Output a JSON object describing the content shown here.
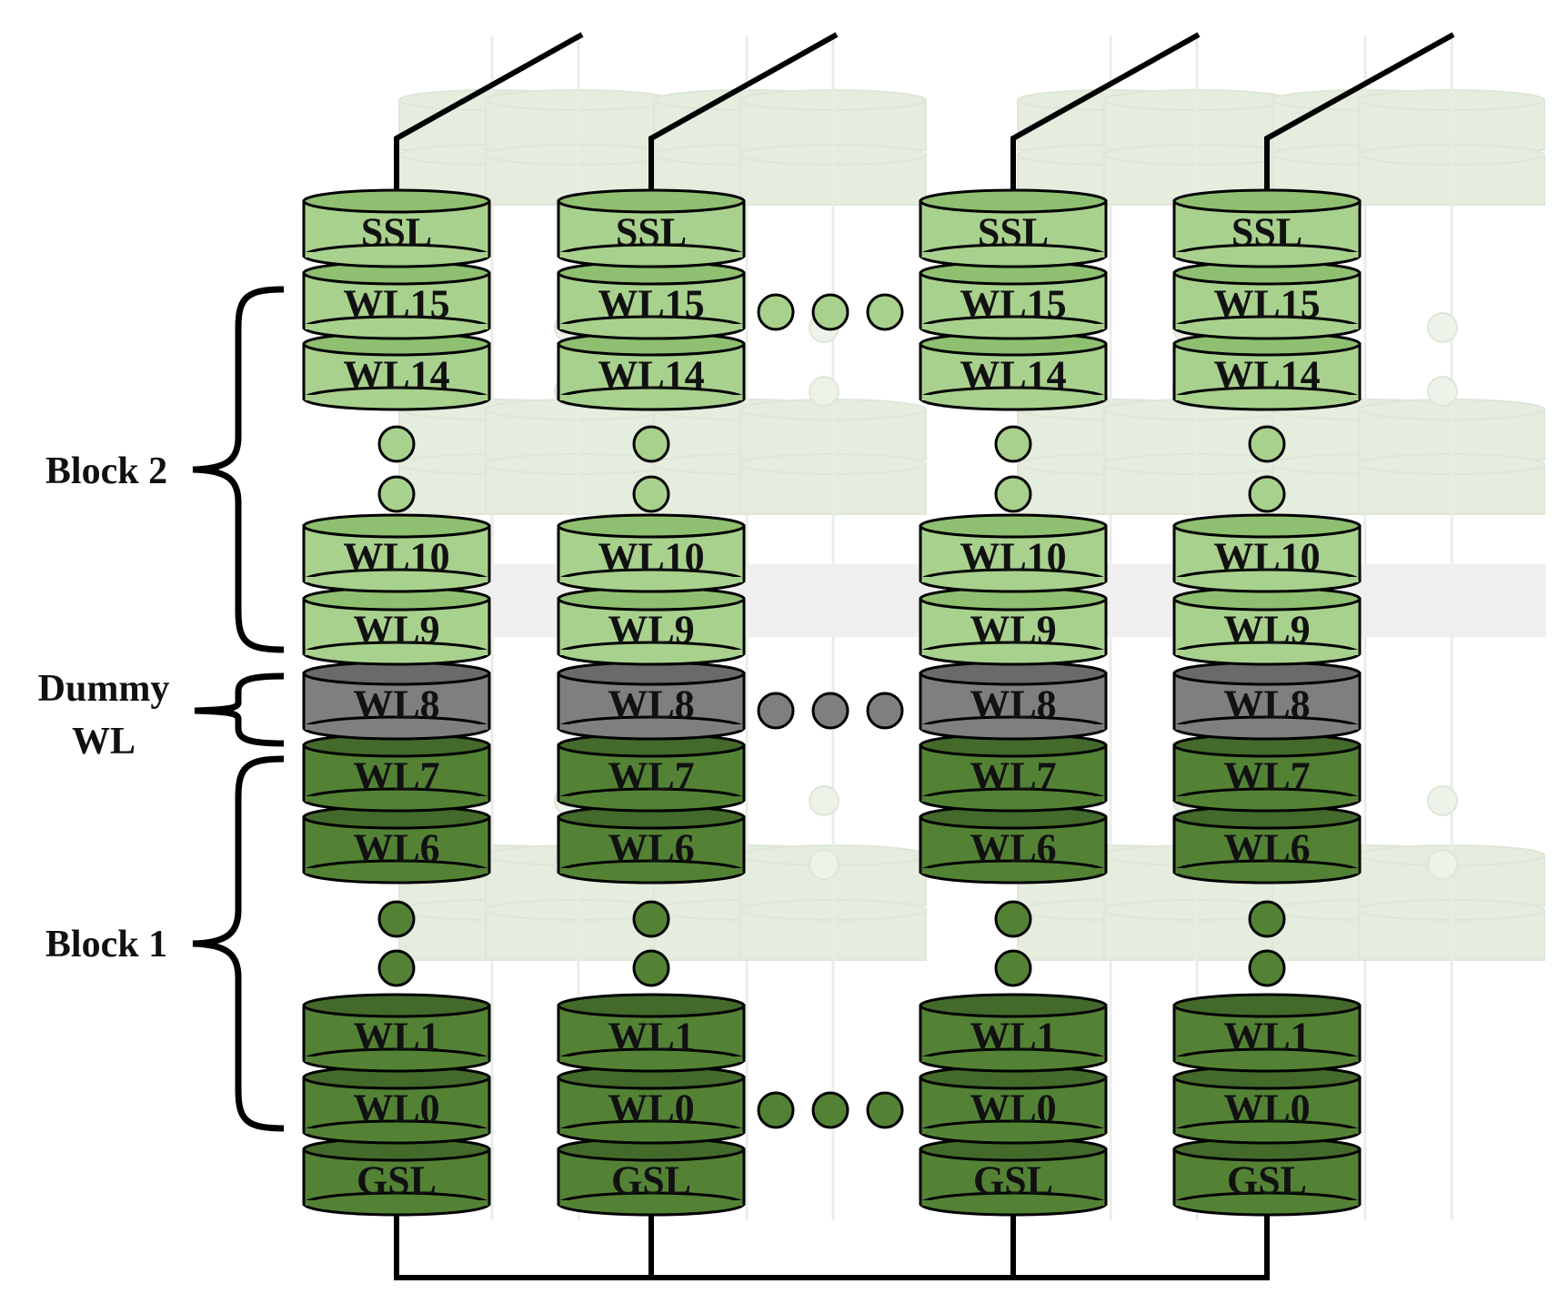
{
  "diagram": {
    "layers": [
      {
        "id": "ssl",
        "label": "SSL",
        "group": "block2"
      },
      {
        "id": "wl15",
        "label": "WL15",
        "group": "block2"
      },
      {
        "id": "wl14",
        "label": "WL14",
        "group": "block2"
      },
      {
        "id": "wl10",
        "label": "WL10",
        "group": "block2"
      },
      {
        "id": "wl9",
        "label": "WL9",
        "group": "block2"
      },
      {
        "id": "wl8",
        "label": "WL8",
        "group": "dummy"
      },
      {
        "id": "wl7",
        "label": "WL7",
        "group": "block1"
      },
      {
        "id": "wl6",
        "label": "WL6",
        "group": "block1"
      },
      {
        "id": "wl1",
        "label": "WL1",
        "group": "block1"
      },
      {
        "id": "wl0",
        "label": "WL0",
        "group": "block1"
      },
      {
        "id": "gsl",
        "label": "GSL",
        "group": "block1"
      }
    ],
    "string_count": 4,
    "groups": {
      "block2": {
        "label": "Block 2",
        "fill": "#a9d18e",
        "edge": "#8fbf70",
        "text": "#111111"
      },
      "dummy": {
        "label_line1": "Dummy",
        "label_line2": "WL",
        "fill": "#7f7f7f",
        "edge": "#6a6a6a",
        "text": "#111111"
      },
      "block1": {
        "label": "Block 1",
        "fill": "#548235",
        "edge": "#436a2a",
        "text": "#111111"
      }
    },
    "ghost_color": "#c5d9b8",
    "line_color": "#000000"
  }
}
